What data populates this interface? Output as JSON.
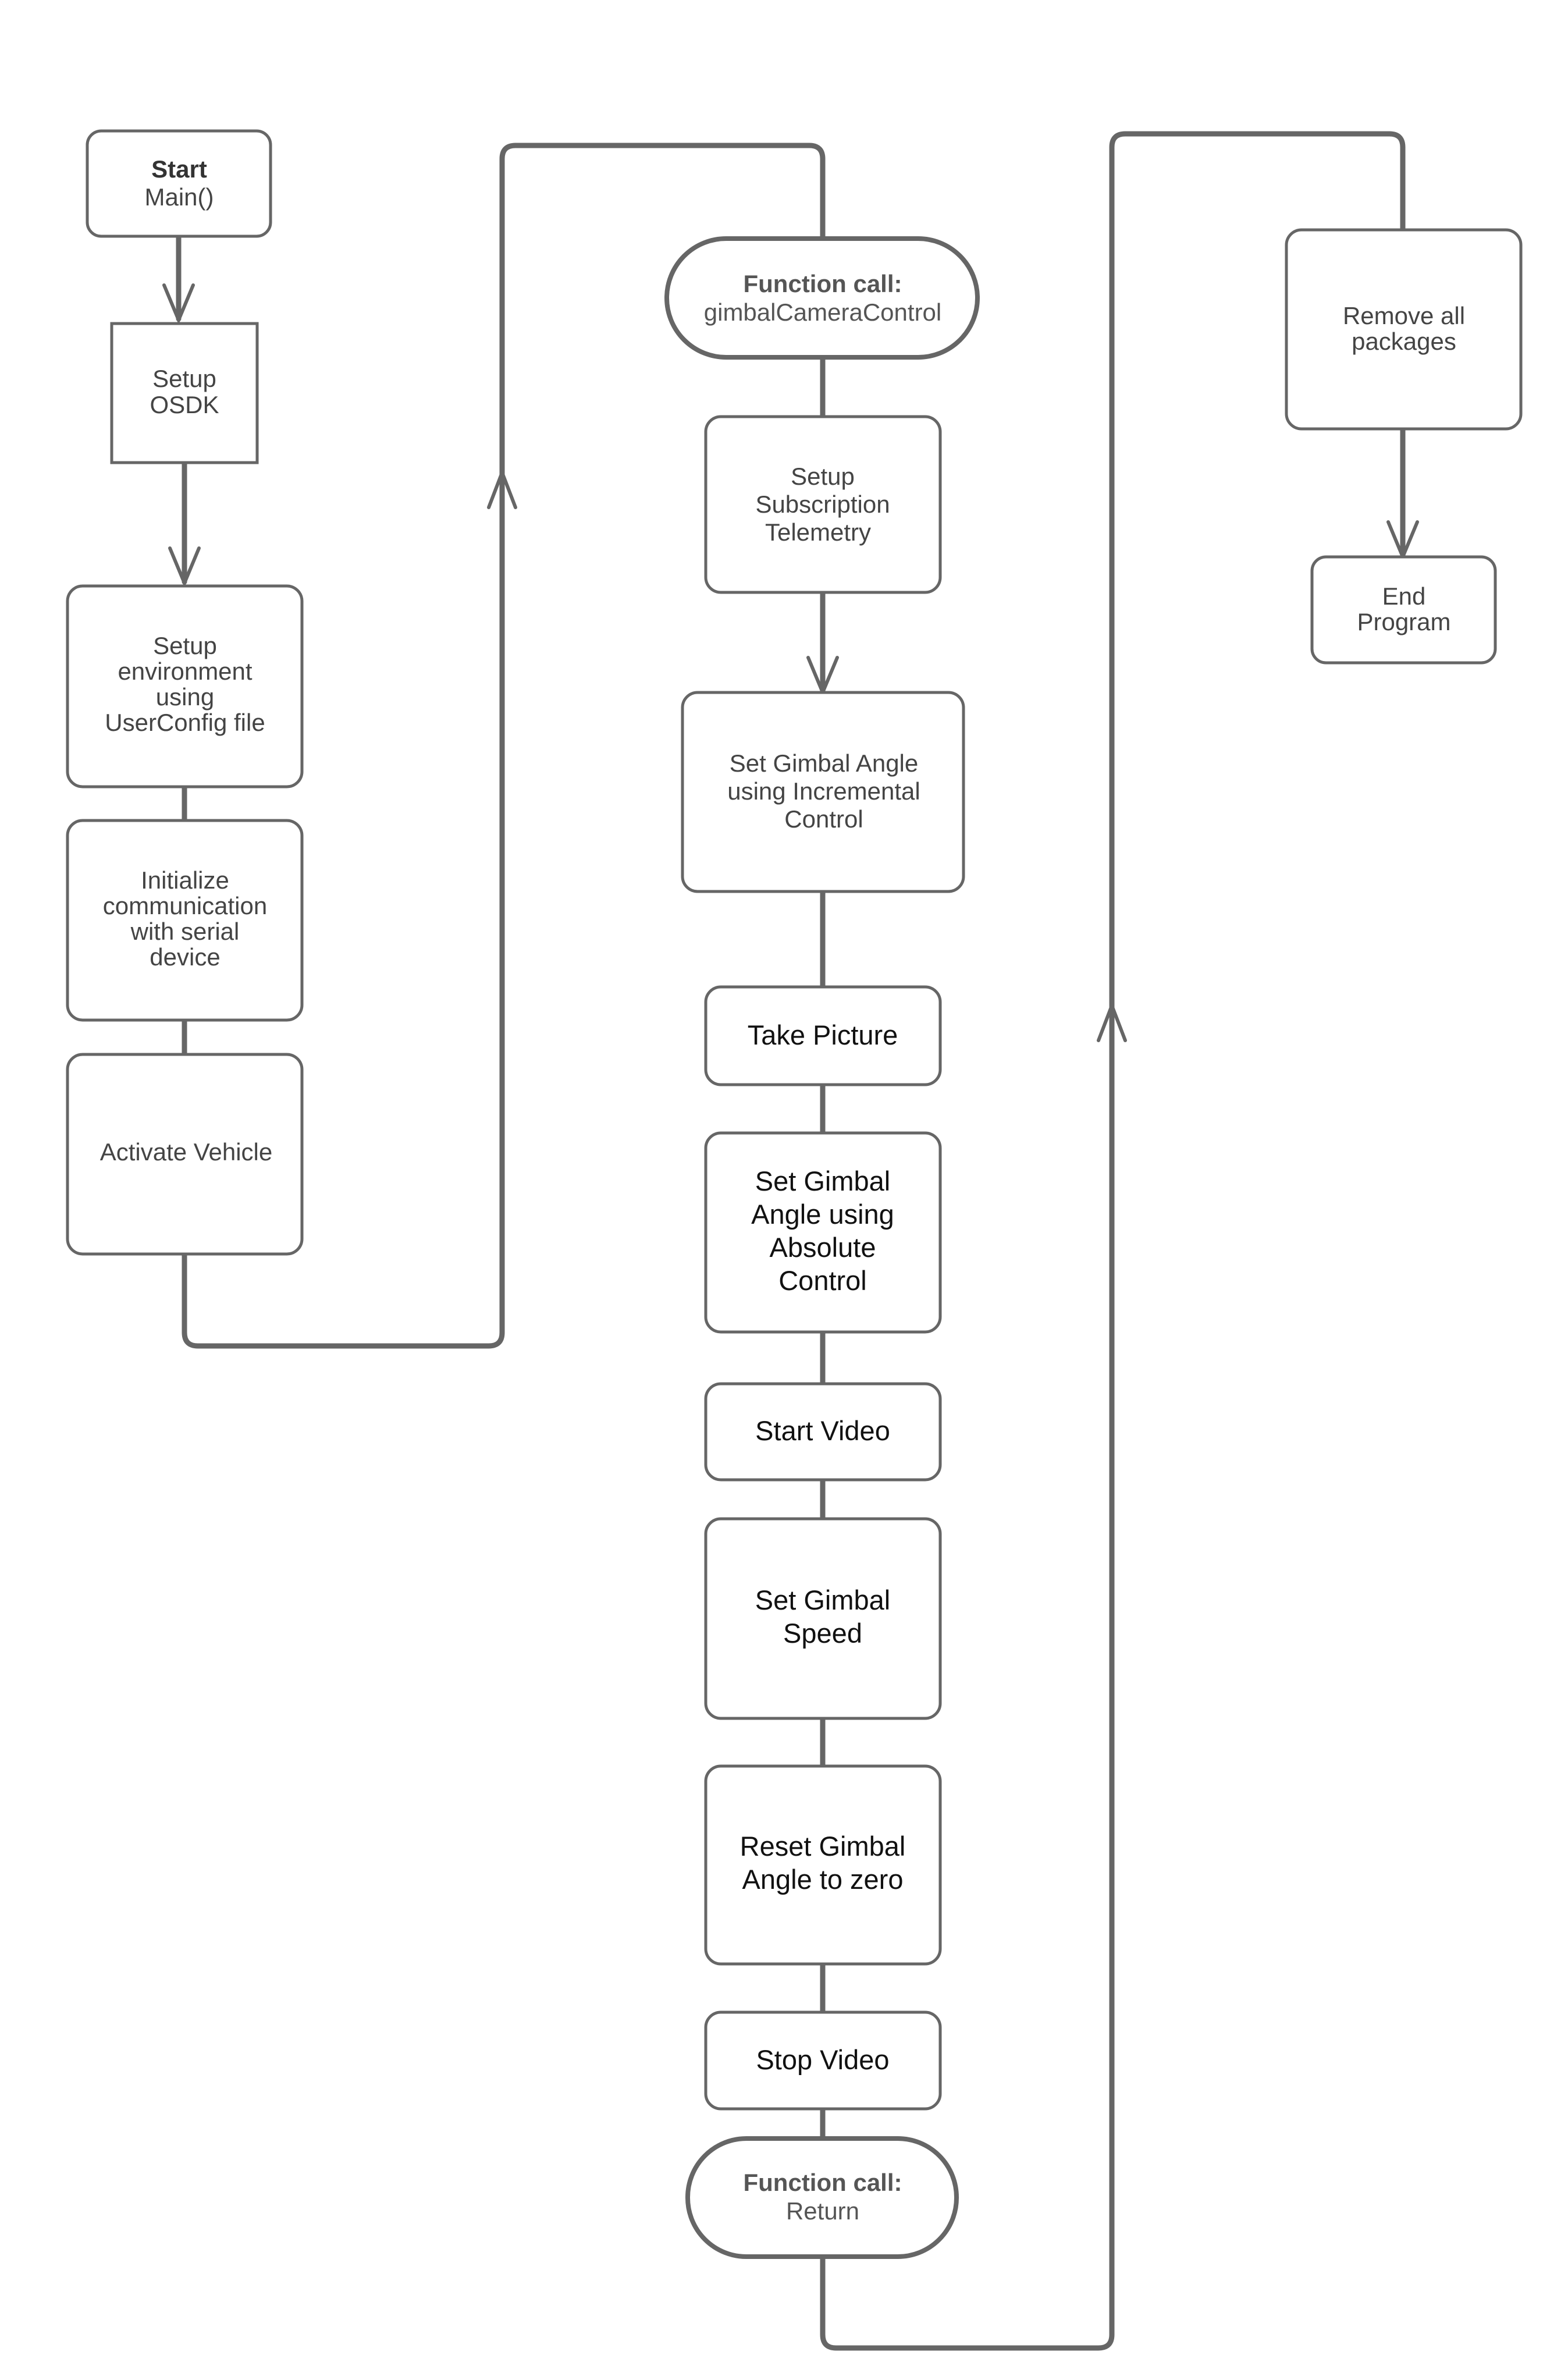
{
  "nodes": {
    "start": {
      "title": "Start",
      "sub": "Main()"
    },
    "setup_osdk": {
      "lines": [
        "Setup",
        "OSDK"
      ]
    },
    "setup_env": {
      "lines": [
        "Setup",
        "environment",
        "using",
        "UserConfig file"
      ]
    },
    "init_comm": {
      "lines": [
        "Initialize",
        "communication",
        "with serial",
        "device"
      ]
    },
    "activate": {
      "lines": [
        "Activate Vehicle"
      ]
    },
    "fc_gimbal": {
      "title": "Function call:",
      "sub": "gimbalCameraControl"
    },
    "setup_sub": {
      "lines": [
        "Setup",
        "Subscription",
        "Telemetry"
      ]
    },
    "set_incr": {
      "lines": [
        "Set Gimbal Angle",
        "using Incremental",
        "Control"
      ]
    },
    "take_pic": {
      "lines": [
        "Take Picture"
      ]
    },
    "set_abs": {
      "lines": [
        "Set Gimbal",
        "Angle using",
        "Absolute",
        "Control"
      ]
    },
    "start_video": {
      "lines": [
        "Start Video"
      ]
    },
    "set_speed": {
      "lines": [
        "Set Gimbal",
        "Speed"
      ]
    },
    "reset_angle": {
      "lines": [
        "Reset Gimbal",
        "Angle to zero"
      ]
    },
    "stop_video": {
      "lines": [
        "Stop Video"
      ]
    },
    "fc_return": {
      "title": "Function call:",
      "sub": "Return"
    },
    "remove_pkgs": {
      "lines": [
        "Remove all",
        "packages"
      ]
    },
    "end_program": {
      "lines": [
        "End",
        "Program"
      ]
    }
  },
  "colors": {
    "stroke": "#666666",
    "text": "#444444"
  }
}
